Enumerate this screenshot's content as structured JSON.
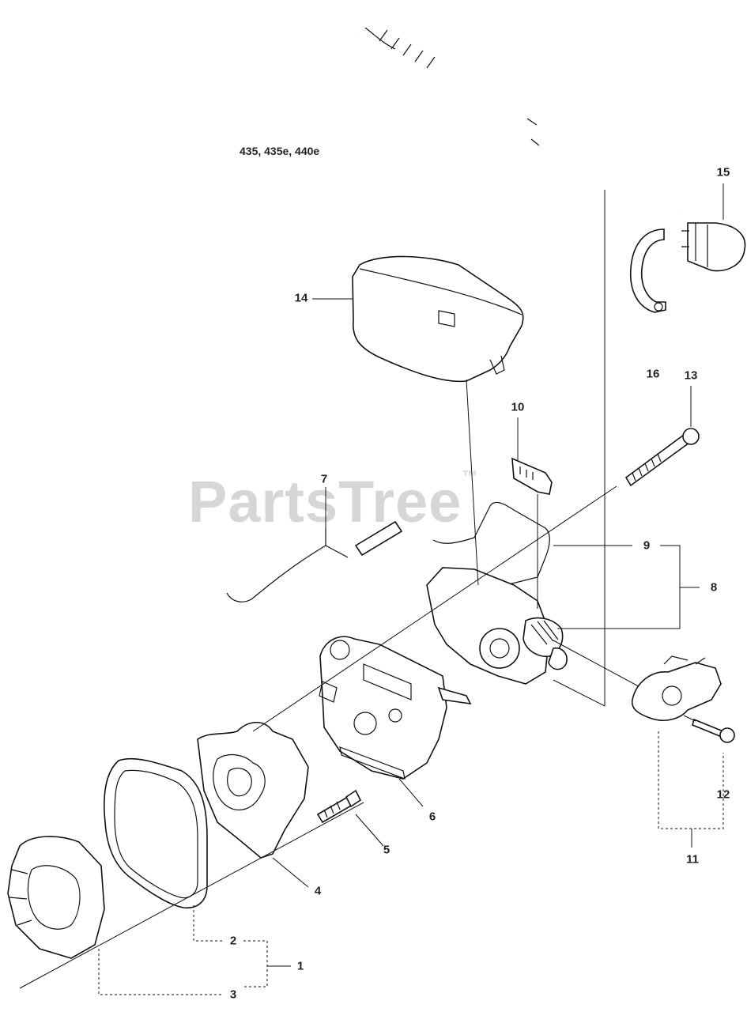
{
  "model_text": "435, 435e, 440e",
  "watermark": {
    "text": "PartsTree",
    "mark": "™"
  },
  "callouts": [
    {
      "id": "1",
      "label": "1"
    },
    {
      "id": "2",
      "label": "2"
    },
    {
      "id": "3",
      "label": "3"
    },
    {
      "id": "4",
      "label": "4"
    },
    {
      "id": "5",
      "label": "5"
    },
    {
      "id": "6",
      "label": "6"
    },
    {
      "id": "7",
      "label": "7"
    },
    {
      "id": "8",
      "label": "8"
    },
    {
      "id": "9",
      "label": "9"
    },
    {
      "id": "10",
      "label": "10"
    },
    {
      "id": "11",
      "label": "11"
    },
    {
      "id": "12",
      "label": "12"
    },
    {
      "id": "13",
      "label": "13"
    },
    {
      "id": "14",
      "label": "14"
    },
    {
      "id": "15",
      "label": "15"
    },
    {
      "id": "16",
      "label": "16"
    }
  ]
}
